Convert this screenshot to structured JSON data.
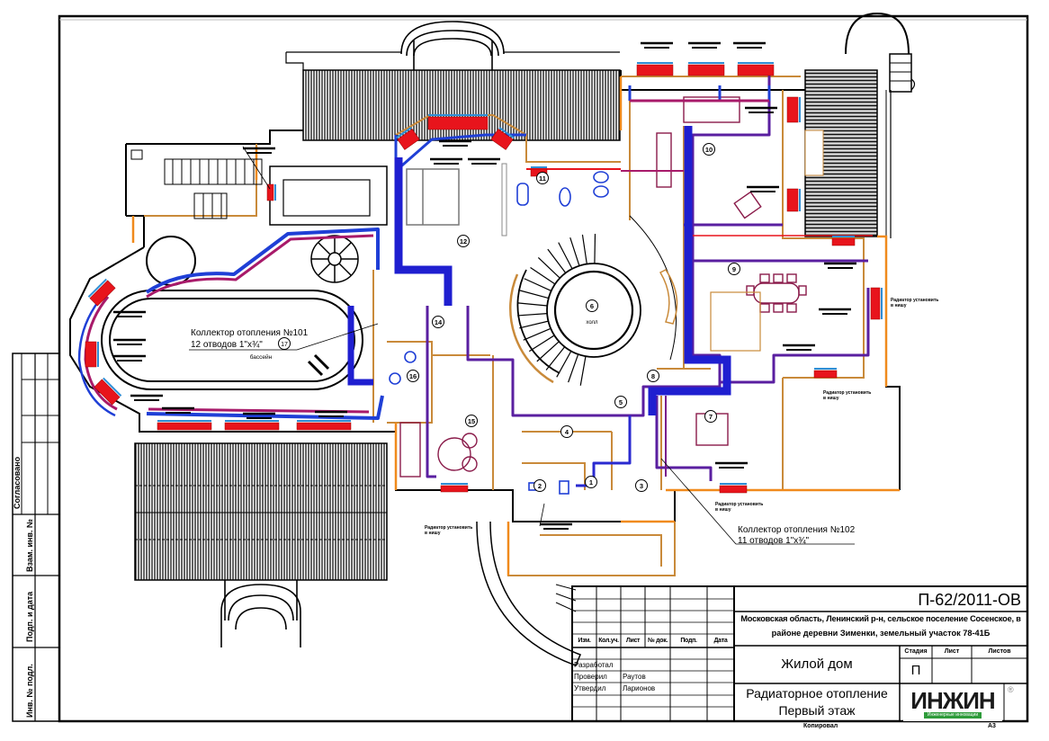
{
  "drawing": {
    "title": "Радиаторное отопление Первый этаж",
    "project_code": "П-62/2011-ОВ",
    "address_line1": "Московская область, Ленинский р-н, сельское поселение Сосенское, в",
    "address_line2": "районе деревни Зименки, земельный участок 78-41Б",
    "object_name": "Жилой дом",
    "sheet_title_line1": "Радиаторное отопление",
    "sheet_title_line2": "Первый этаж",
    "stage_header": "Стадия",
    "sheet_header": "Лист",
    "sheets_header": "Листов",
    "stage_value": "П",
    "sheet_value": "",
    "sheets_value": "",
    "copied_label": "Копировал",
    "format_label": "А3"
  },
  "stamp": {
    "columns": [
      "Изм.",
      "Кол.уч.",
      "Лист",
      "№ док.",
      "Подп.",
      "Дата"
    ],
    "roles": [
      {
        "role": "Разработал",
        "name": ""
      },
      {
        "role": "Проверил",
        "name": "Раутов"
      },
      {
        "role": "Утвердил",
        "name": "Ларионов"
      }
    ]
  },
  "side_stamp": {
    "agreed_label": "Согласовано",
    "fields": [
      "Взам. инв. №",
      "Подп. и дата",
      "Инв. № подл."
    ]
  },
  "logo": {
    "main": "ИНЖИН",
    "sub": "Инженерные инновации",
    "registered": "®",
    "brand_color": "#2e9b3a"
  },
  "collectors": [
    {
      "line1": "Коллектор отопления №101",
      "line2": "12 отводов 1\"х¾\"",
      "tag": "17"
    },
    {
      "line1": "Коллектор отопления №102",
      "line2": "11 отводов 1\"х¾\""
    }
  ],
  "notes": {
    "niche_note_line1": "Радиатор установить",
    "niche_note_line2": "в нишу",
    "pool_label": "бассейн",
    "hall_label": "холл"
  },
  "rooms": [
    "1",
    "2",
    "3",
    "4",
    "5",
    "6",
    "7",
    "8",
    "9",
    "10",
    "11",
    "12",
    "14",
    "15",
    "16"
  ],
  "colors": {
    "supply": "#e8141c",
    "return": "#1f3fd6",
    "main_pipe": "#1f1fd0",
    "purple_pipe": "#7a1a8c",
    "wall": "#c98a3a",
    "orange": "#f08a1c",
    "stair": "#000000",
    "cyan": "#2f8fd6"
  }
}
